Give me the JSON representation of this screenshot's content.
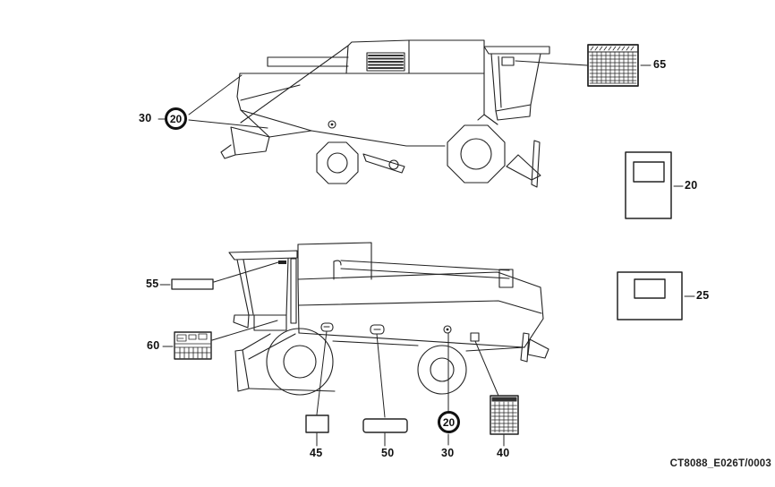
{
  "callouts": {
    "speed_top": {
      "label": "30",
      "badge": "20"
    },
    "chart_cab": {
      "label": "65"
    },
    "door": {
      "label": "20"
    },
    "window": {
      "label": "25"
    },
    "strip": {
      "label": "55"
    },
    "instruction": {
      "label": "60"
    },
    "small_rect": {
      "label": "45"
    },
    "wide_strip": {
      "label": "50"
    },
    "speed_bottom": {
      "label": "30",
      "badge": "20"
    },
    "chart_column": {
      "label": "40"
    }
  },
  "footer": {
    "code": "CT8088_E026T/0003"
  },
  "colors": {
    "line": "#222222",
    "background": "#ffffff",
    "text": "#111111"
  }
}
